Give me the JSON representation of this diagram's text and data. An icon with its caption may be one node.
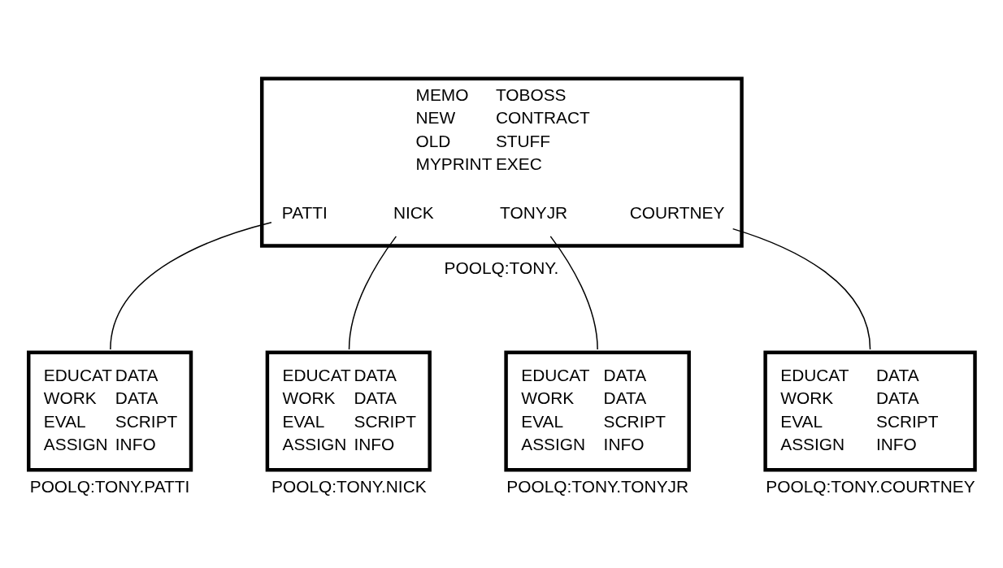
{
  "diagram": {
    "nodes": [
      {
        "text": [
          "MEMO",
          "TOBOSS",
          "NEW",
          "CONTRACT",
          "OLD",
          "STUFF",
          "MYPRINT",
          "EXEC"
        ],
        "beside": [
          "POOLQ:TONY."
        ]
      },
      {
        "text": [
          "PATTI"
        ],
        "in": 0
      },
      {
        "text": [
          "NICK"
        ],
        "in": 0
      },
      {
        "text": [
          "TONYJR"
        ],
        "in": 0
      },
      {
        "text": [
          "COURTNEY"
        ],
        "in": 0
      },
      {
        "text": [
          "EDUCAT",
          "DATA",
          "WORK",
          "DATA",
          "EVAL",
          "SCRIPT",
          "ASSIGN",
          "INFO"
        ],
        "beside": [
          "POOLQ:TONY.PATTI"
        ]
      },
      {
        "text": [
          "EDUCAT",
          "DATA",
          "WORK",
          "DATA",
          "EVAL",
          "SCRIPT",
          "ASSIGN",
          "INFO"
        ],
        "beside": [
          "POOLQ:TONY.NICK"
        ]
      },
      {
        "text": [
          "EDUCAT",
          "DATA",
          "WORK",
          "DATA",
          "EVAL",
          "SCRIPT",
          "ASSIGN",
          "INFO"
        ],
        "beside": [
          "POOLQ:TONY.COURTNEY"
        ]
      },
      {
        "text": [
          "EDUCAT",
          "DATA",
          "WORK",
          "DATA",
          "EVAL",
          "SCRIPT",
          "ASSIGN",
          "INFO"
        ],
        "beside": [
          "POOLQ:TONY.TONYJR"
        ]
      }
    ],
    "edges": [
      {
        "from": 1,
        "to": 5,
        "arrow": "none"
      },
      {
        "from": 2,
        "to": 6,
        "arrow": "none"
      },
      {
        "from": 3,
        "to": 8,
        "arrow": "none"
      },
      {
        "from": 4,
        "to": 7,
        "arrow": "none"
      }
    ]
  }
}
